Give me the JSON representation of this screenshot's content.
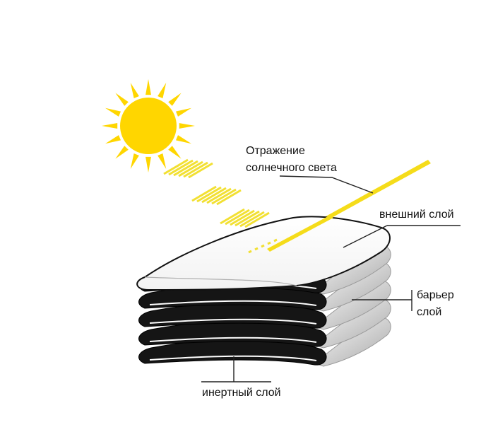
{
  "labels": {
    "reflection_line1": "Отражение",
    "reflection_line2": "солнечного света",
    "outer_layer": "внешний слой",
    "barrier_line1": "барьер",
    "barrier_line2": "слой",
    "inert_layer": "инертный слой"
  },
  "colors": {
    "sun": "#FFD600",
    "sun_rays": "#FFD600",
    "incoming_light": "#F2E033",
    "reflected_beam": "#F5DC1A",
    "inert_layers": "#151515",
    "barrier_layers": "#D0D0D0",
    "outer_layer": "#FFFFFF",
    "leader_lines": "#222222"
  },
  "icons": {
    "sun": "sun-icon"
  }
}
